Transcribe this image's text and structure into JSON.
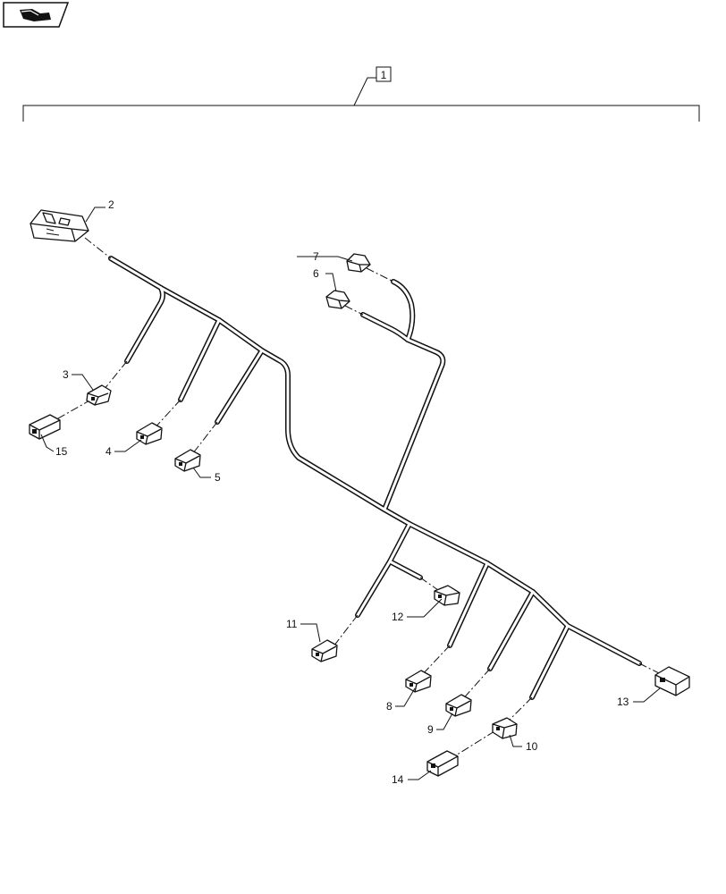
{
  "diagram": {
    "assembly_callout": "1",
    "callouts": [
      "2",
      "3",
      "4",
      "5",
      "6",
      "7",
      "8",
      "9",
      "10",
      "11",
      "12",
      "13",
      "14",
      "15"
    ]
  },
  "nav_icon": {
    "name": "book-page-icon"
  }
}
